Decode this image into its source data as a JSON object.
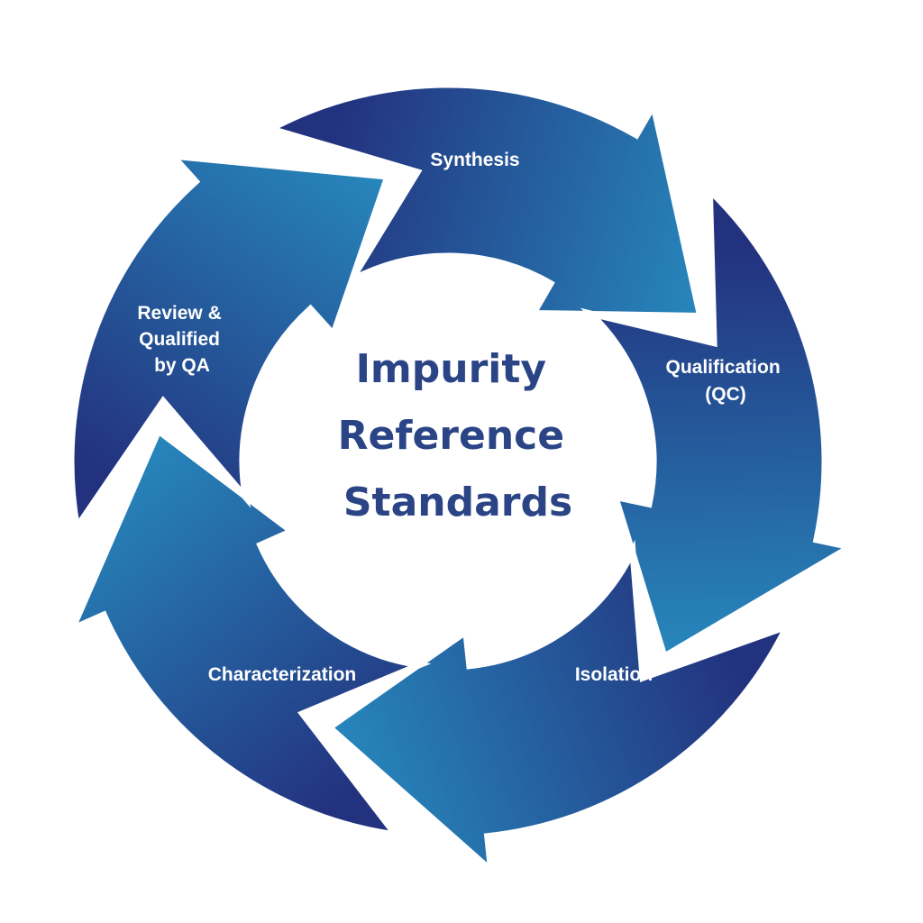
{
  "diagram": {
    "center_title_lines": [
      "Impurity",
      "Reference",
      "Standards"
    ],
    "steps": [
      {
        "lines": [
          "Synthesis"
        ]
      },
      {
        "lines": [
          "Qualification",
          "(QC)"
        ]
      },
      {
        "lines": [
          "Isolation"
        ]
      },
      {
        "lines": [
          "Characterization"
        ]
      },
      {
        "lines": [
          "Review &",
          "Qualified",
          "by QA"
        ]
      }
    ],
    "colors": {
      "arrow_dark": "#23327e",
      "arrow_light": "#2787bc",
      "title": "#2a4486",
      "label": "#ffffff",
      "gap": "#ffffff"
    }
  }
}
